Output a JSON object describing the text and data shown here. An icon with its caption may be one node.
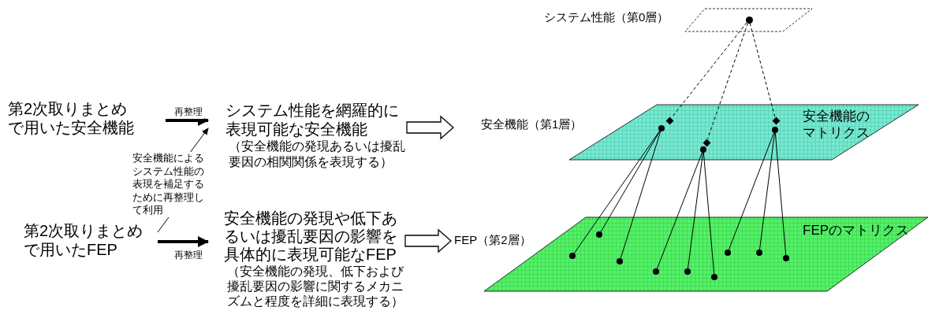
{
  "diagram": {
    "nodes": [
      {
        "text": [],
        "shape": "parallelogram",
        "beside": [
          "システム性能（第0層）"
        ]
      },
      {
        "text": [],
        "shape": "circle",
        "in": 0
      },
      {
        "text": [
          "第2次取りまとめで用いた安全機能"
        ]
      },
      {
        "text": [
          "システム性能を網羅的に表現可能な安全機能",
          "（安全機能の発現あるいは擾乱要因の相関関係を表現する）"
        ]
      },
      {
        "text": [
          "安全機能によるシステム性能の表現を補足するために再整理して利用"
        ]
      },
      {
        "text": [
          "安全機能のマトリクス"
        ],
        "beside": [
          "安全機能（第1層）"
        ]
      },
      {
        "text": [],
        "shape": "diamond",
        "in": 5
      },
      {
        "text": [],
        "shape": "diamond",
        "in": 5
      },
      {
        "text": [],
        "shape": "diamond",
        "in": 5
      },
      {
        "text": [],
        "shape": "circle",
        "in": 5
      },
      {
        "text": [],
        "shape": "circle",
        "in": 5
      },
      {
        "text": [],
        "shape": "circle",
        "in": 5
      },
      {
        "text": [
          "第2次取りまとめで用いたFEP"
        ]
      },
      {
        "text": [
          "安全機能の発現や低下あるいは擾乱要因の影響を具体的に表現可能なFEP",
          "（安全機能の発現、低下および擾乱要因の影響に関するメカニズムと程度を詳細に表現する）"
        ]
      },
      {
        "text": [
          "FEPのマトリクス"
        ],
        "beside": [
          "FEP（第2層）"
        ]
      },
      {
        "text": [],
        "shape": "circle",
        "in": 14
      },
      {
        "text": [],
        "shape": "circle",
        "in": 14
      },
      {
        "text": [],
        "shape": "circle",
        "in": 14
      },
      {
        "text": [],
        "shape": "circle",
        "in": 14
      },
      {
        "text": [],
        "shape": "circle",
        "in": 14
      },
      {
        "text": [],
        "shape": "circle",
        "in": 14
      },
      {
        "text": [],
        "shape": "circle",
        "in": 14
      },
      {
        "text": [],
        "shape": "circle",
        "in": 14
      },
      {
        "text": [],
        "shape": "circle",
        "in": 14
      }
    ],
    "edges": [
      {
        "from": 2,
        "to": 3,
        "arrow": "to",
        "label": "再整理",
        "style": "thick"
      },
      {
        "from": 12,
        "to": 13,
        "arrow": "to",
        "label": "再整理",
        "style": "thick"
      },
      {
        "from": 4,
        "to": 3,
        "arrow": "to"
      },
      {
        "from": 4,
        "to": 12,
        "arrow": "none"
      },
      {
        "from": 3,
        "to": 5,
        "arrow": "to",
        "style": "thick"
      },
      {
        "from": 13,
        "to": 14,
        "arrow": "to",
        "style": "thick"
      },
      {
        "from": 1,
        "to": 6,
        "arrow": "none",
        "style": "dashed"
      },
      {
        "from": 1,
        "to": 7,
        "arrow": "none",
        "style": "dashed"
      },
      {
        "from": 1,
        "to": 8,
        "arrow": "none",
        "style": "dashed"
      },
      {
        "from": 9,
        "to": 15,
        "arrow": "none"
      },
      {
        "from": 9,
        "to": 16,
        "arrow": "none"
      },
      {
        "from": 9,
        "to": 17,
        "arrow": "none"
      },
      {
        "from": 10,
        "to": 18,
        "arrow": "none"
      },
      {
        "from": 10,
        "to": 19,
        "arrow": "none"
      },
      {
        "from": 10,
        "to": 20,
        "arrow": "none"
      },
      {
        "from": 11,
        "to": 21,
        "arrow": "none"
      },
      {
        "from": 11,
        "to": 22,
        "arrow": "none"
      },
      {
        "from": 11,
        "to": 23,
        "arrow": "none"
      }
    ]
  }
}
